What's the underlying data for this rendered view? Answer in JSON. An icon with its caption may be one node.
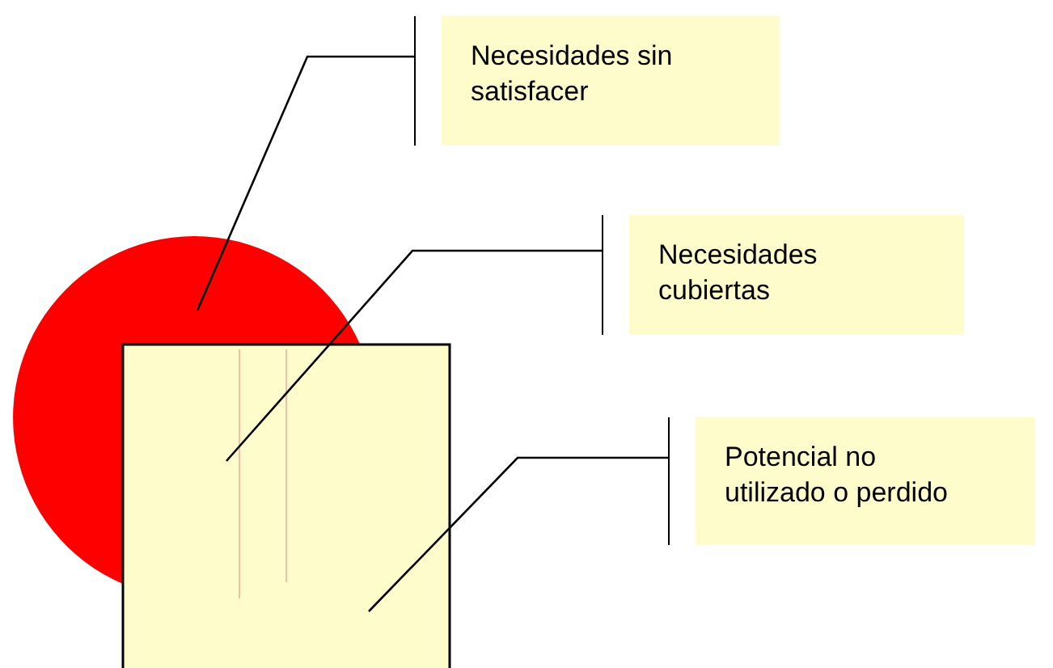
{
  "diagram": {
    "nodes": [
      {
        "text": [
          "Necesidades sin satisfacer"
        ]
      },
      {
        "text": [
          "Necesidades cubiertas"
        ]
      },
      {
        "text": [],
        "shape": "circle"
      },
      {
        "text": [],
        "shape": "box"
      },
      {
        "text": [
          "Potencial no utilizado o perdido"
        ]
      }
    ],
    "edges": [
      {
        "from": 0,
        "to": 2,
        "arrow": "none"
      },
      {
        "from": 1,
        "to": 3,
        "arrow": "none"
      },
      {
        "from": 4,
        "to": 3,
        "arrow": "none"
      }
    ]
  }
}
